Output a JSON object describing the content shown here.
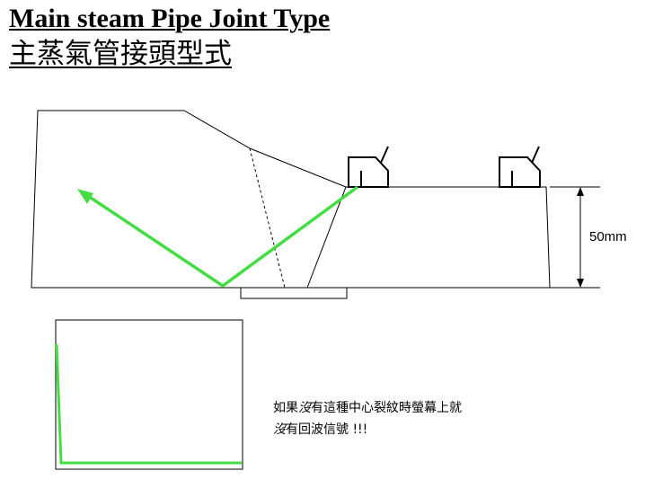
{
  "title": {
    "en": "Main steam Pipe Joint Type",
    "zh": "主蒸氣管接頭型式"
  },
  "dimension": {
    "label": "50mm"
  },
  "note": {
    "line1_italic": "沒",
    "line1_pre": "如果",
    "line1_post": "有這種中心裂紋時螢幕上就",
    "line2_italic": "沒",
    "line2_post": "有回波信號 !!!"
  },
  "colors": {
    "beam": "#44dd44",
    "outline": "#000000",
    "screen_border": "#555555"
  },
  "icons": {
    "probe_active": "ultrasonic-probe",
    "probe_idle": "ultrasonic-probe",
    "beam_arrow": "arrow-head"
  }
}
